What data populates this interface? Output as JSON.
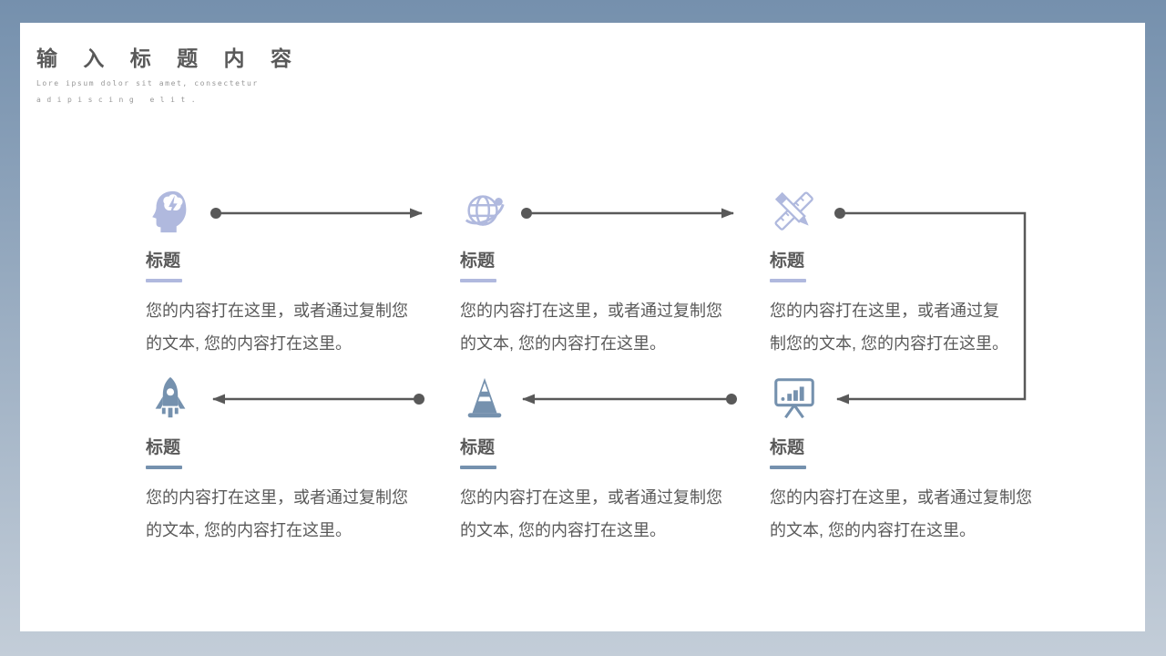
{
  "slide": {
    "header": {
      "title": "输 入 标 题 内 容",
      "subtitle_line1": "Lore ipsum dolor sit amet, consectetur",
      "subtitle_line2": "adipiscing elit."
    },
    "items": [
      {
        "icon": "idea-head-icon",
        "title": "标题",
        "body_line1": "您的内容打在这里，或者通过复制您",
        "body_line2": "的文本, 您的内容打在这里。"
      },
      {
        "icon": "globe-orbit-icon",
        "title": "标题",
        "body_line1": "您的内容打在这里，或者通过复制您",
        "body_line2": "的文本, 您的内容打在这里。"
      },
      {
        "icon": "pencil-ruler-icon",
        "title": "标题",
        "body_line1": "您的内容打在这里，或者通过复",
        "body_line2": "制您的文本, 您的内容打在这里。"
      },
      {
        "icon": "rocket-icon",
        "title": "标题",
        "body_line1": "您的内容打在这里，或者通过复制您",
        "body_line2": "的文本, 您的内容打在这里。"
      },
      {
        "icon": "traffic-cone-icon",
        "title": "标题",
        "body_line1": "您的内容打在这里，或者通过复制您",
        "body_line2": "的文本, 您的内容打在这里。"
      },
      {
        "icon": "presentation-chart-icon",
        "title": "标题",
        "body_line1": "您的内容打在这里，或者通过复制您",
        "body_line2": "的文本, 您的内容打在这里。"
      }
    ],
    "flow": {
      "row1_direction": "left-to-right",
      "row2_direction": "right-to-left"
    },
    "colors": {
      "row1_accent": "#b0b9de",
      "row2_accent": "#7591ae",
      "arrow_color": "#595959",
      "text_color": "#595959",
      "subtitle_color": "#979797",
      "border_top": "#7590ad",
      "border_bottom": "#c3cdd8"
    }
  }
}
